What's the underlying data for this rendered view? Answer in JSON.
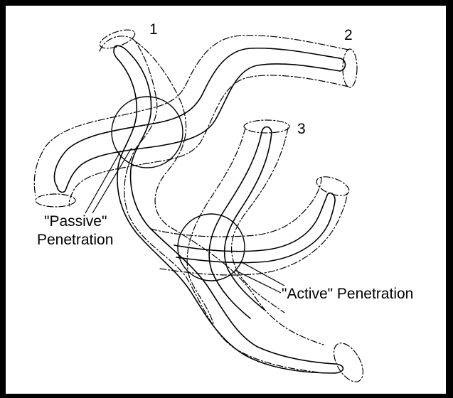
{
  "figure": {
    "tube_labels": [
      "1",
      "2",
      "3"
    ],
    "passive_label_line1": "\"Passive\"",
    "passive_label_line2": "Penetration",
    "active_label": "\"Active\" Penetration"
  }
}
